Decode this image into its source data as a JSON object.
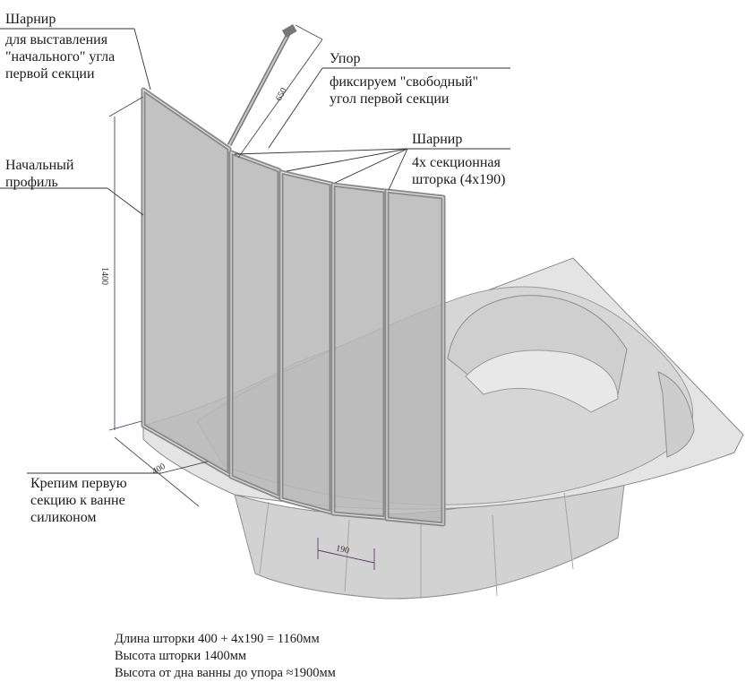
{
  "annotations": {
    "hinge_top": {
      "title": "Шарнир",
      "lines": [
        "для выставления",
        "\"начального\" угла",
        "первой секции"
      ]
    },
    "start_profile": [
      "Начальный",
      "профиль"
    ],
    "stop": {
      "title": "Упор",
      "lines": [
        "фиксируем \"свободный\"",
        "угол первой секции"
      ]
    },
    "hinge_right": {
      "title": "Шарнир",
      "lines": [
        "4х секционная",
        "шторка (4х190)"
      ]
    },
    "silicone": [
      "Крепим первую",
      "секцию к ванне",
      "силиконом"
    ]
  },
  "dimensions": {
    "height": "1400",
    "first_section": "400",
    "stop_length": "650",
    "section_width": "190"
  },
  "footer": [
    "Длина шторки 400 + 4х190 = 1160мм",
    "Высота шторки 1400мм",
    "Высота от дна ванны до упора ≈1900мм"
  ],
  "colors": {
    "glass": "#b7b7b7",
    "frame": "#8a8a8a",
    "tub": "#dcdcdc",
    "tub_shadow": "#bdbdbd",
    "dimension": "#5a3c6a"
  }
}
